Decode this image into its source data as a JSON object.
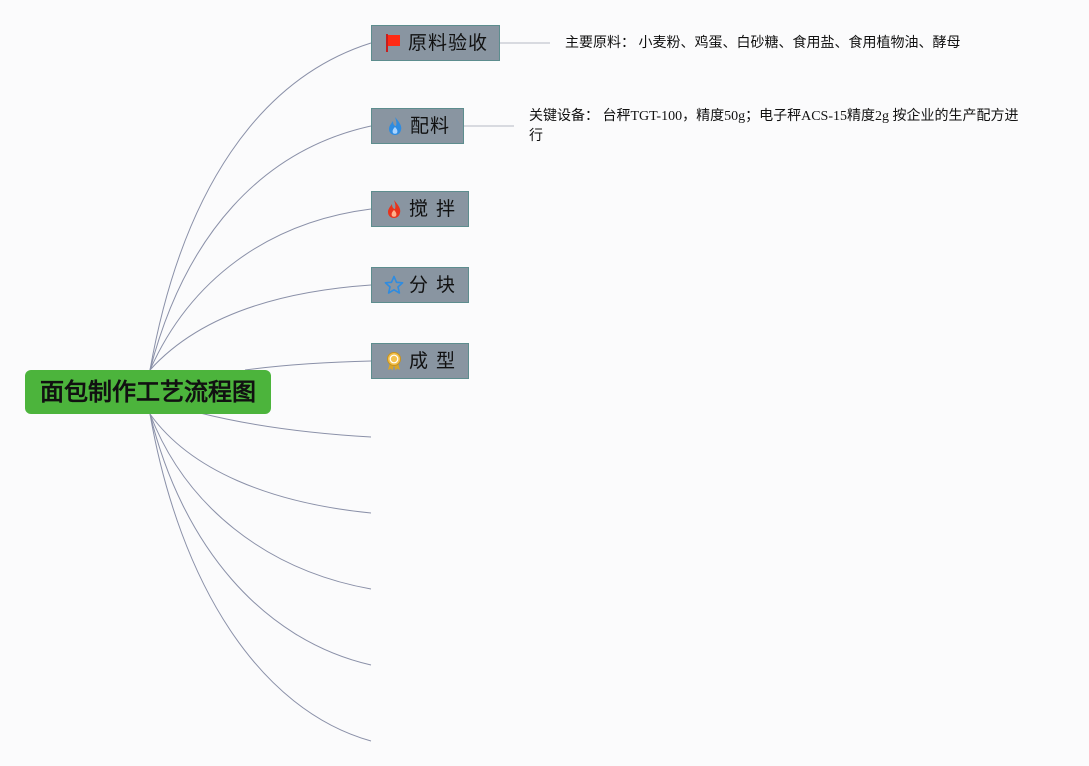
{
  "root": {
    "title": "面包制作工艺流程图"
  },
  "steps": [
    {
      "label": "原料验收",
      "icon": "red-flag-icon"
    },
    {
      "label": "配料",
      "icon": "blue-flame-icon"
    },
    {
      "label": "搅 拌",
      "icon": "red-flame-icon"
    },
    {
      "label": "分 块",
      "icon": "star-outline-icon"
    },
    {
      "label": "成 型",
      "icon": "award-ribbon-icon"
    }
  ],
  "notes": [
    {
      "text": "主要原料： 小麦粉、鸡蛋、白砂糖、食用盐、食用植物油、酵母"
    },
    {
      "text": "关键设备： 台秤TGT-100，精度50g；电子秤ACS-15精度2g 按企业的生产配方进行"
    }
  ],
  "colors": {
    "root_fill": "#4cb43c",
    "step_fill": "#8995a1",
    "step_border": "#5d8d8e",
    "connector": "#8a90a8",
    "note_connector": "#b5b9c4"
  }
}
